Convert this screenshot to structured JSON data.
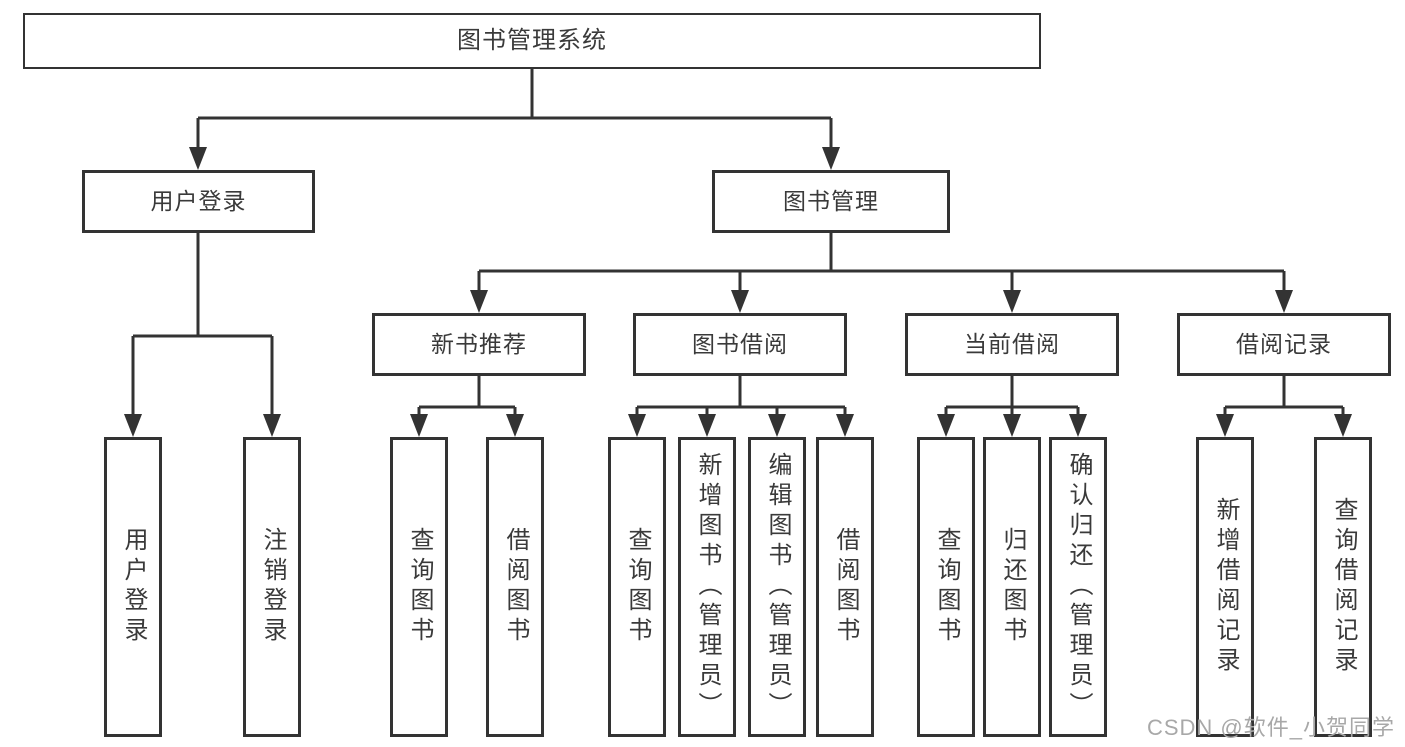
{
  "diagram": {
    "title": "图书管理系统",
    "branches": [
      {
        "label": "用户登录",
        "children": [
          {
            "label": "用户登录"
          },
          {
            "label": "注销登录"
          }
        ]
      },
      {
        "label": "图书管理",
        "children": [
          {
            "label": "新书推荐",
            "children": [
              {
                "label": "查询图书"
              },
              {
                "label": "借阅图书"
              }
            ]
          },
          {
            "label": "图书借阅",
            "children": [
              {
                "label": "查询图书"
              },
              {
                "label": "新增图书（管理员）"
              },
              {
                "label": "编辑图书（管理员）"
              },
              {
                "label": "借阅图书"
              }
            ]
          },
          {
            "label": "当前借阅",
            "children": [
              {
                "label": "查询图书"
              },
              {
                "label": "归还图书"
              },
              {
                "label": "确认归还（管理员）"
              }
            ]
          },
          {
            "label": "借阅记录",
            "children": [
              {
                "label": "新增借阅记录"
              },
              {
                "label": "查询借阅记录"
              }
            ]
          }
        ]
      }
    ]
  },
  "watermark": {
    "text": "CSDN @软件_小贺同学"
  },
  "colors": {
    "line": "#333333",
    "box_border": "#333333",
    "text": "#3a3a3a",
    "watermark": "#a8a8a8",
    "background": "#ffffff"
  }
}
